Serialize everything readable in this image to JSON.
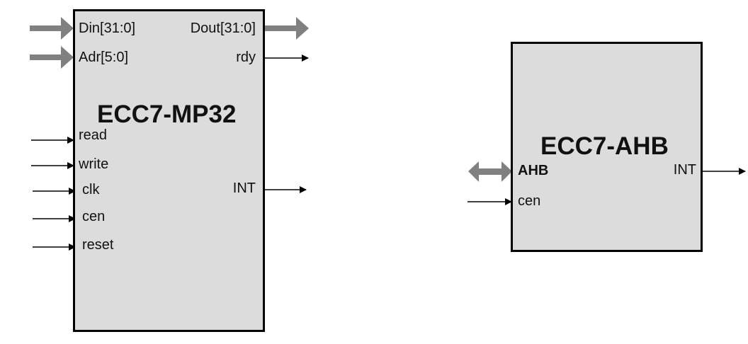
{
  "blocks": [
    {
      "name": "ECC7-MP32",
      "inputs": [
        "Din[31:0]",
        "Adr[5:0]",
        "read",
        "write",
        "clk",
        "cen",
        "reset"
      ],
      "outputs": [
        "Dout[31:0]",
        "rdy",
        "INT"
      ]
    },
    {
      "name": "ECC7-AHB",
      "inputs": [
        "AHB",
        "cen"
      ],
      "outputs": [
        "INT"
      ]
    }
  ],
  "colors": {
    "block_fill": "#dcdcdc",
    "bus_arrow": "#808080",
    "signal_arrow": "#000000"
  }
}
